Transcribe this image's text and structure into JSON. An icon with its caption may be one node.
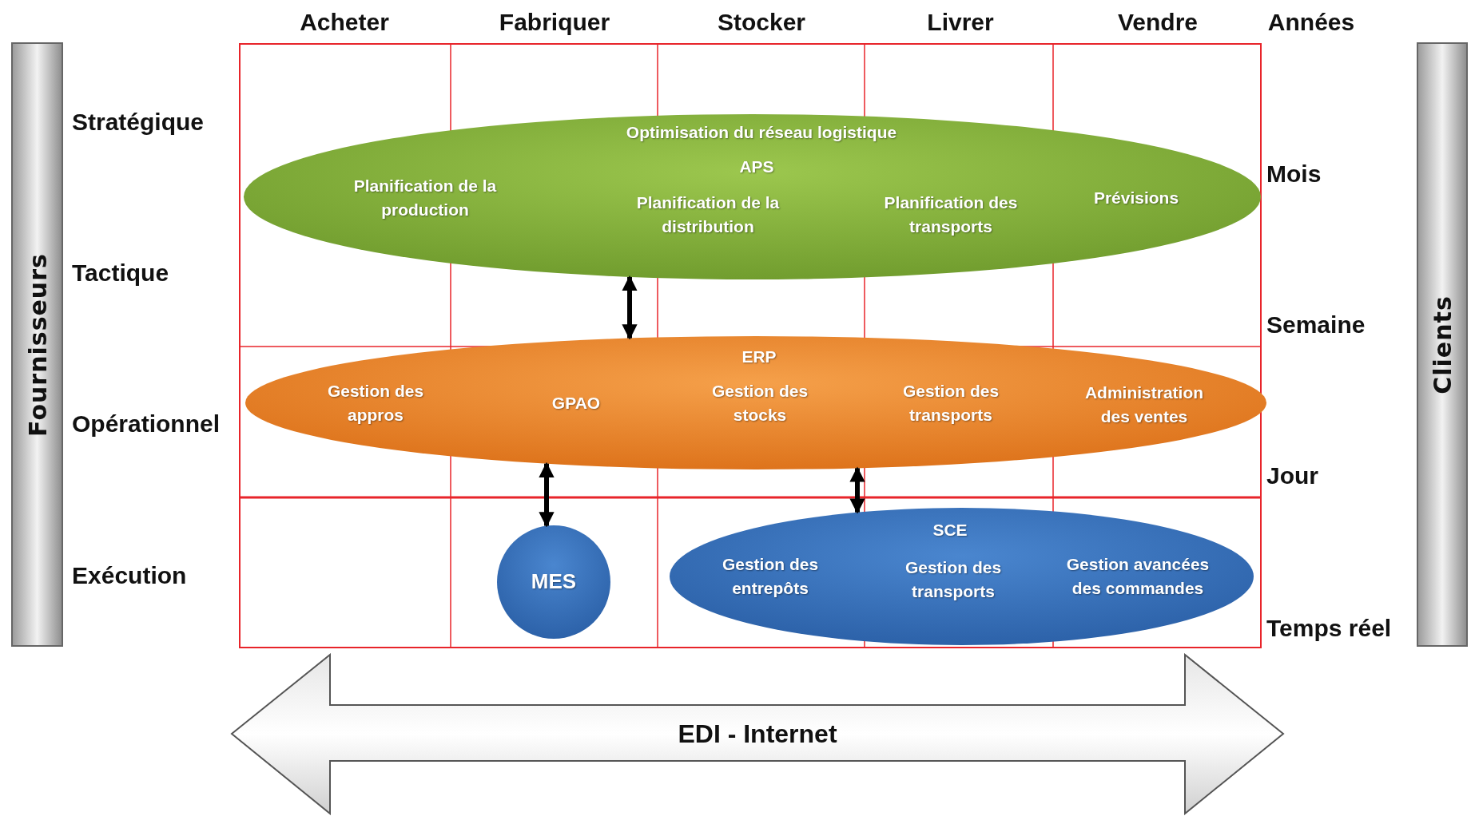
{
  "diagram": {
    "nodes": [
      {
        "text": [
          "Fournisseurs"
        ]
      },
      {
        "text": [
          "Clients"
        ]
      },
      {
        "text": [
          "Optimisation du réseau logistique",
          "APS",
          "Planification de la production",
          "Planification de la distribution",
          "Planification des transports",
          "Prévisions"
        ]
      },
      {
        "text": [
          "ERP",
          "Gestion des appros",
          "GPAO",
          "Gestion des stocks",
          "Gestion des transports",
          "Administration des ventes"
        ]
      },
      {
        "text": [
          "MES"
        ]
      },
      {
        "text": [
          "SCE",
          "Gestion des entrepôts",
          "Gestion des transports",
          "Gestion avancées des commandes"
        ]
      },
      {
        "text": [
          "EDI - Internet"
        ]
      }
    ],
    "edges": [
      {
        "from": 2,
        "to": 3,
        "arrow": "both"
      },
      {
        "from": 3,
        "to": 4,
        "arrow": "both"
      },
      {
        "from": 3,
        "to": 5,
        "arrow": "both"
      }
    ],
    "labels": [
      "Acheter",
      "Fabriquer",
      "Stocker",
      "Livrer",
      "Vendre",
      "Années",
      "Stratégique",
      "Mois",
      "Tactique",
      "Semaine",
      "Opérationnel",
      "Jour",
      "Exécution",
      "Temps réel"
    ]
  }
}
